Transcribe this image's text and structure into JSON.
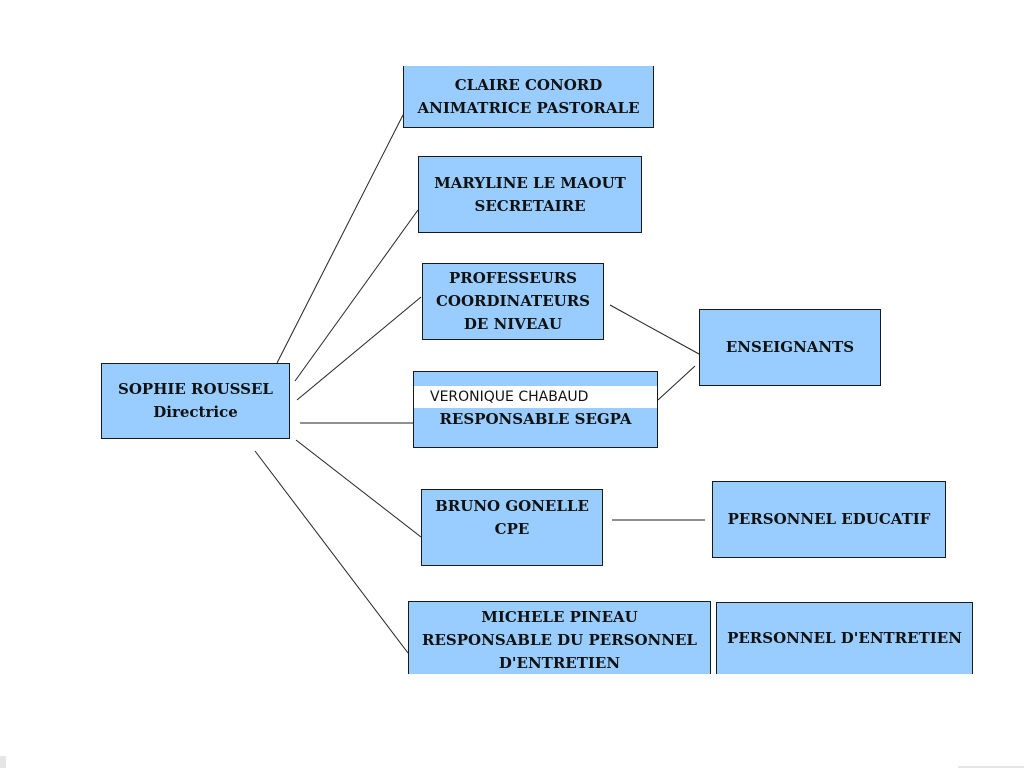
{
  "nodes": {
    "director": {
      "name": "SOPHIE ROUSSEL",
      "role": "Directrice"
    },
    "pastoral": {
      "name": "CLAIRE CONORD",
      "role": "ANIMATRICE PASTORALE"
    },
    "secretary": {
      "name": "MARYLINE LE MAOUT",
      "role": "SECRETAIRE"
    },
    "coordinators": {
      "line1": "PROFESSEURS",
      "line2": "COORDINATEURS",
      "line3": "DE NIVEAU"
    },
    "segpa": {
      "name": "VERONIQUE CHABAUD",
      "role": "RESPONSABLE SEGPA"
    },
    "cpe": {
      "name": "BRUNO GONELLE",
      "role": "CPE"
    },
    "maintenance_head": {
      "name": "MICHELE PINEAU",
      "role_line1": "RESPONSABLE DU PERSONNEL",
      "role_line2": "D'ENTRETIEN"
    },
    "teachers": {
      "label": "ENSEIGNANTS"
    },
    "educational_staff": {
      "label": "PERSONNEL EDUCATIF"
    },
    "maintenance_staff": {
      "label": "PERSONNEL D'ENTRETIEN"
    }
  },
  "colors": {
    "box_fill": "#99ccff",
    "box_border": "#1a1a1a",
    "connector": "#222222",
    "background": "#ffffff"
  }
}
